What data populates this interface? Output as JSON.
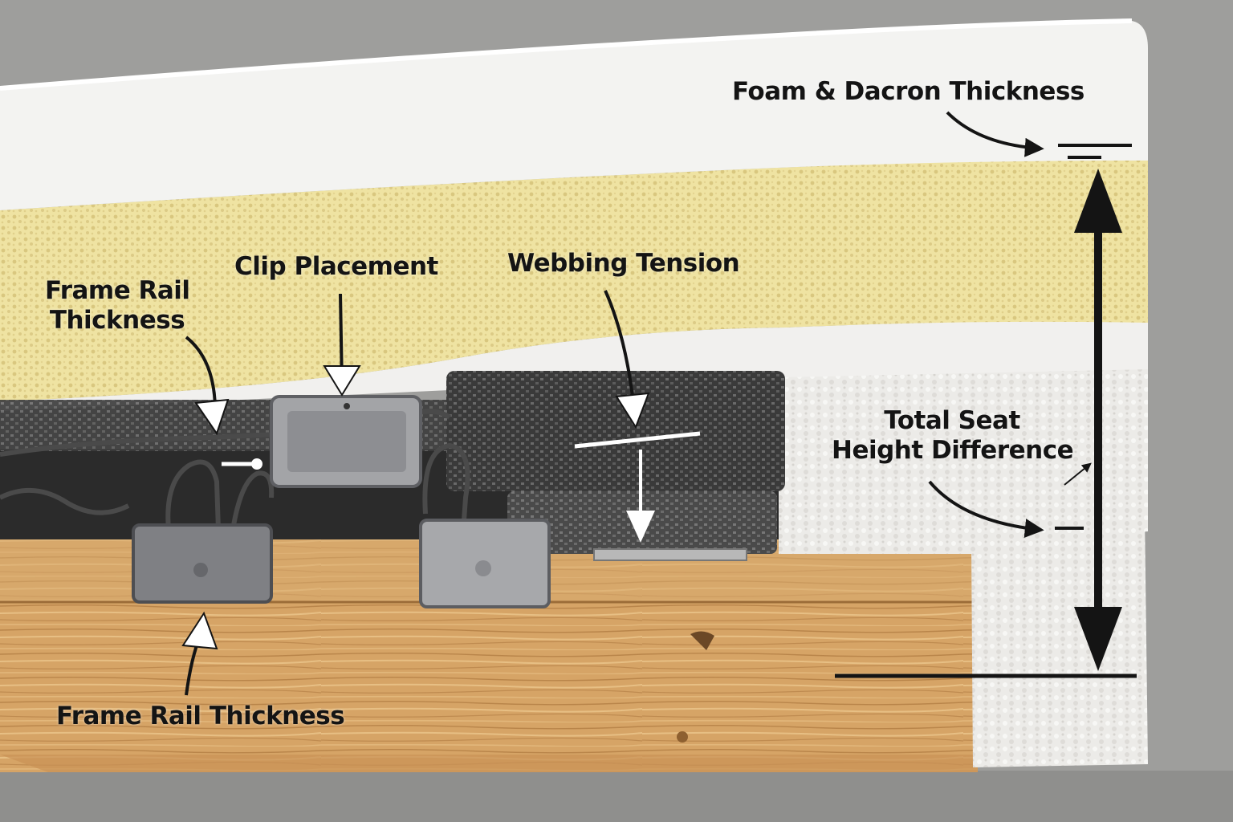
{
  "labels": {
    "foam_dacron": "Foam & Dacron Thickness",
    "clip_placement": "Clip Placement",
    "webbing_tension": "Webbing Tension",
    "frame_rail_top_line1": "Frame Rail",
    "frame_rail_top_line2": "Thickness",
    "total_seat_line1": "Total Seat",
    "total_seat_line2": "Height Difference",
    "frame_rail_bottom": "Frame Rail Thickness"
  },
  "colors": {
    "background": "#9c9c9a",
    "dacron": "#efefed",
    "foam": "#efe3a2",
    "webbing": "#3c3c3c",
    "wood": "#d4a265",
    "clip_metal": "#9a9b9e",
    "annotation_dark": "#141414",
    "annotation_light": "#ffffff"
  }
}
